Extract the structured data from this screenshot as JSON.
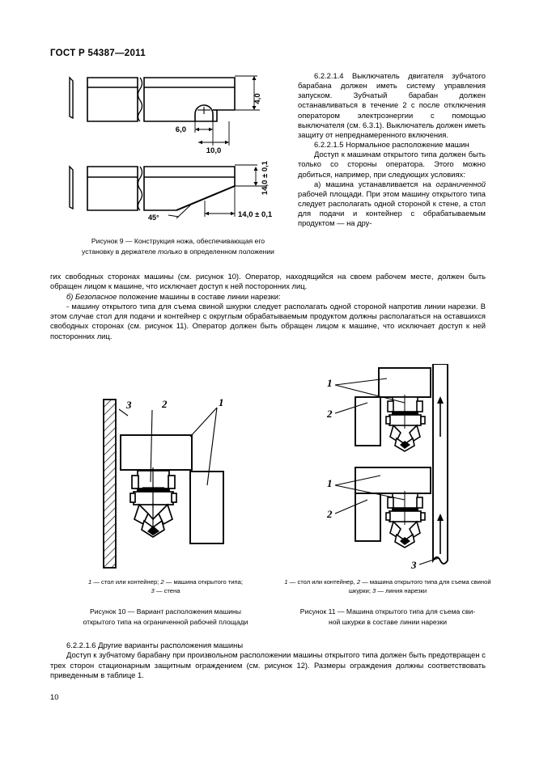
{
  "header": {
    "standard": "ГОСТ Р 54387—2011"
  },
  "figure9": {
    "dimensions": {
      "d_4": "4,0",
      "d_6": "6,0",
      "d_10": "10,0",
      "d_14_vert": "14,0 ± 0,1",
      "d_14_horiz": "14,0 ± 0,1",
      "angle": "45°"
    },
    "caption_line1": "Рисунок 9 — Конструкция ножа, обеспечивающая его",
    "caption_line2_a": "установку в держателе ",
    "caption_line2_italic": "только",
    "caption_line2_b": " в определенном положении"
  },
  "right_column": {
    "para_6_2_2_1_4": "6.2.2.1.4 Выключатель двигателя зубчатого барабана должен иметь систему управления запуском. Зубчатый барабан должен останавливаться в течение 2 с после отключения оператором электроэнергии с помощью выключателя (см. 6.3.1). Выключатель должен иметь защиту от непреднамеренного включения.",
    "para_6_2_2_1_5": "6.2.2.1.5 Нормальное расположение машин",
    "para_access_a": "Доступ к машинам открытого типа должен быть только со стороны оператора. Этого можно добиться, например, при следующих условиях:",
    "para_a_prefix": "а) машина устанавливается на ",
    "para_a_italic": "ограниченной",
    "para_a_suffix": " рабочей площади. При этом машину открытого типа следует располагать одной стороной к стене, а стол для подачи и контейнер с обрабатываемым продуктом — на дру-"
  },
  "full_width": {
    "para_continued": "гих свободных сторонах машины (см. рисунок 10). Оператор, находящийся на своем рабочем месте, должен быть обращен лицом к машине, что исключает доступ к ней посторонних лиц.",
    "para_b_prefix": "б)  ",
    "para_b_italic": "Безопасное",
    "para_b_suffix": " положение машины в составе линии нарезки:",
    "para_dash": "-  машину открытого типа для съема свиной шкурки следует располагать одной стороной напротив линии нарезки. В этом случае стол для подачи и контейнер с округлым обрабатываемым продуктом должны располагаться на оставшихся свободных сторонах (см. рисунок 11). Оператор должен быть обращен лицом к машине, что исключает доступ к ней посторонних лиц."
  },
  "figure10": {
    "labels": {
      "l1": "1",
      "l2": "2",
      "l3": "3"
    },
    "legend_1_num": "1",
    "legend_1_txt": " — стол  или  контейнер;  ",
    "legend_2_num": "2",
    "legend_2_txt": " — машина  открытого  типа;",
    "legend_3_num": "3",
    "legend_3_txt": " — стена",
    "caption_line1": "Рисунок   10 — Вариант   расположения   машины",
    "caption_line2": "открытого типа на ограниченной рабочей площади"
  },
  "figure11": {
    "labels": {
      "l1a": "1",
      "l2a": "2",
      "l1b": "1",
      "l2b": "2",
      "l3": "3"
    },
    "legend_1_num": "1",
    "legend_1_txt": " — стол или контейнер, ",
    "legend_2_num": "2",
    "legend_2_txt": " — машина открытого типа для съема свиной шкурки; ",
    "legend_3_num": "3",
    "legend_3_txt": " — линия нарезки",
    "caption_line1": "Рисунок  11 — Машина открытого типа для съема сви-",
    "caption_line2": "ной шкурки в составе линии нарезки"
  },
  "bottom": {
    "heading": "6.2.2.1.6 Другие варианты расположения машины",
    "para": "Доступ к зубчатому барабану при произвольном расположении машины открытого типа должен быть предотвращен с трех сторон стационарным защитным ограждением (см. рисунок 12). Размеры ограждения должны соответствовать приведенным в таблице 1."
  },
  "page_number": "10"
}
